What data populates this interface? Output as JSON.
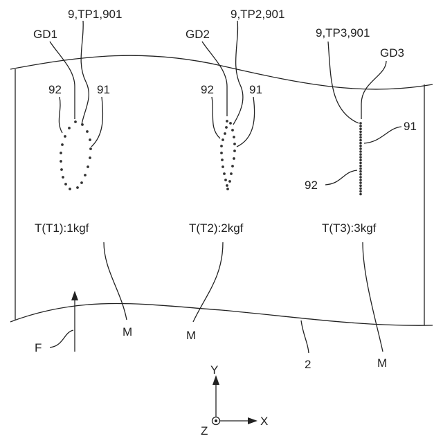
{
  "groups": [
    {
      "id": "gd1",
      "group_label": "GD1",
      "pattern_label": "9,TP1,901",
      "ref_outer": "92",
      "ref_inner": "91",
      "tension_label": "T(T1):1kgf",
      "material_label": "M"
    },
    {
      "id": "gd2",
      "group_label": "GD2",
      "pattern_label": "9,TP2,901",
      "ref_outer": "92",
      "ref_inner": "91",
      "tension_label": "T(T2):2kgf",
      "material_label": "M"
    },
    {
      "id": "gd3",
      "group_label": "GD3",
      "pattern_label": "9,TP3,901",
      "ref_outer": "92",
      "ref_inner": "91",
      "tension_label": "T(T3):3kgf",
      "material_label": "M"
    }
  ],
  "sheet_label": "2",
  "force_label": "F",
  "axes": {
    "y": "Y",
    "x": "X",
    "z": "Z"
  }
}
